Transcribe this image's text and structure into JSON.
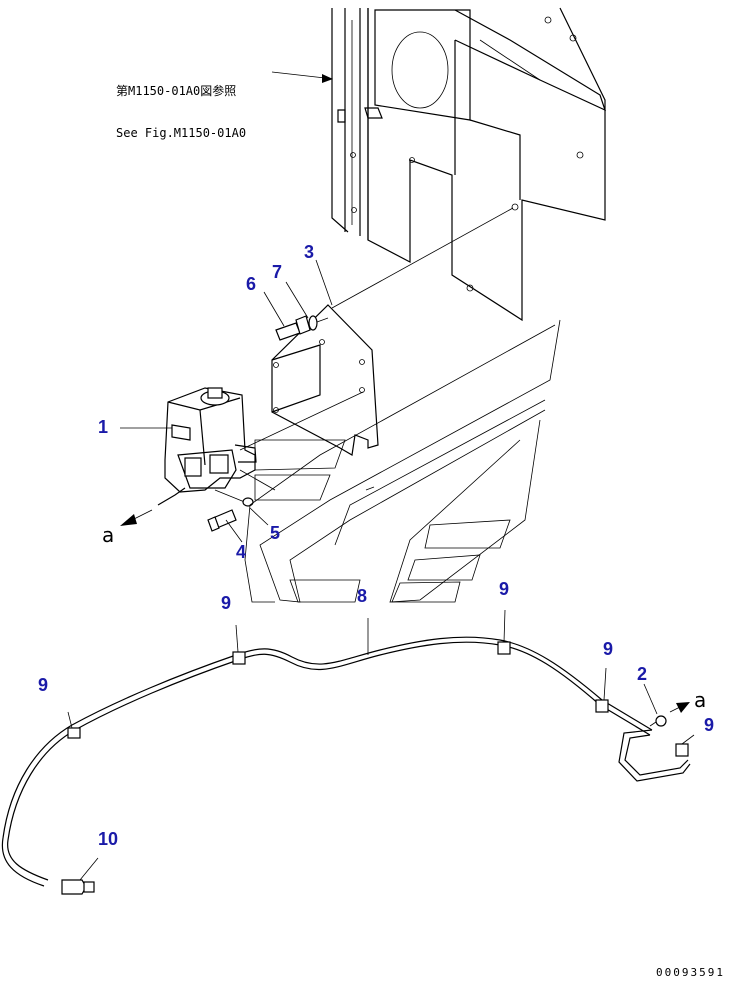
{
  "reference_note": {
    "line_jp": "第M1150-01A0図参照",
    "line_en": "See Fig.M1150-01A0"
  },
  "callouts": [
    "1",
    "2",
    "3",
    "4",
    "5",
    "6",
    "7",
    "8",
    "9",
    "10"
  ],
  "connection_marker": "a",
  "drawing_number": "00093591",
  "colors": {
    "callout": "#1a1aa8",
    "line": "#000000"
  }
}
